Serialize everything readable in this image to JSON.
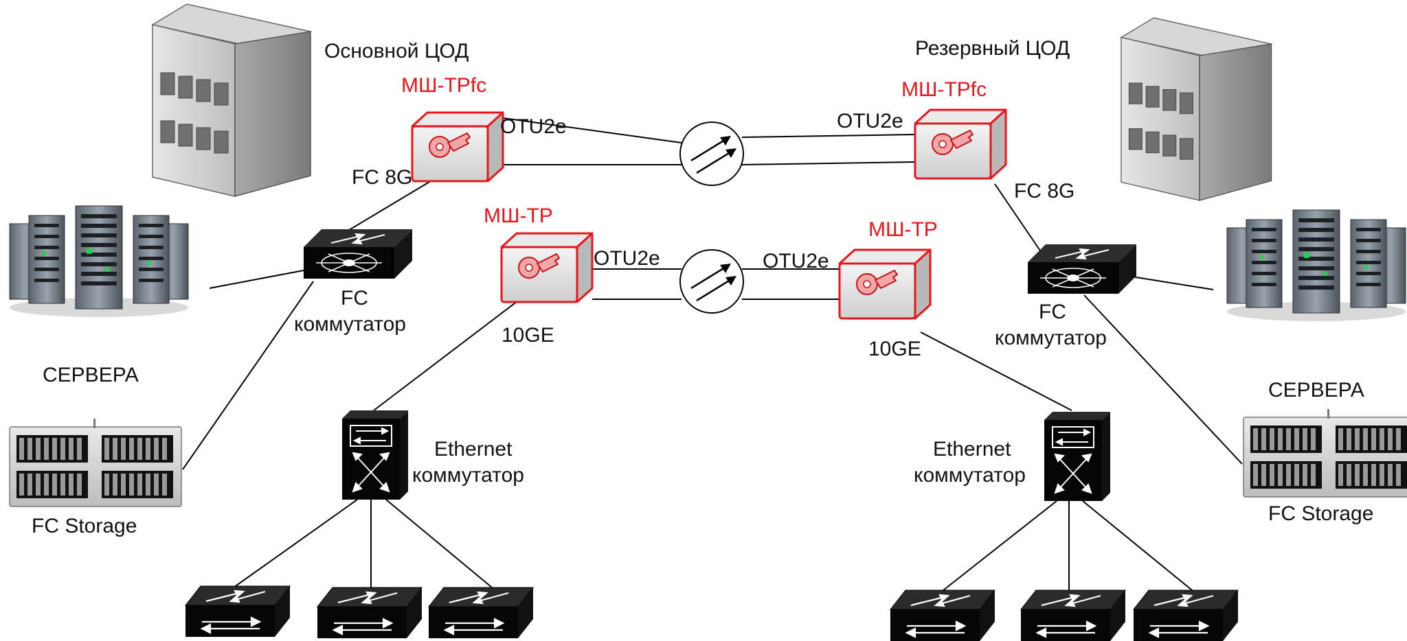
{
  "sites": {
    "primary": "Основной ЦОД",
    "backup": "Резервный ЦОД"
  },
  "encryptors": {
    "fc_left": "МШ-ТРfc",
    "fc_right": "МШ-ТРfc",
    "eth_left": "МШ-ТР",
    "eth_right": "МШ-ТР"
  },
  "links": {
    "otu_top_left": "OTU2e",
    "otu_top_right": "OTU2e",
    "otu_mid_left": "OTU2e",
    "otu_mid_right": "OTU2e",
    "fc_left": "FC 8G",
    "fc_right": "FC 8G",
    "ge_left": "10GE",
    "ge_right": "10GE"
  },
  "switches": {
    "fc_word": "FC",
    "switch_word": "коммутатор",
    "ethernet_word": "Ethernet"
  },
  "equipment": {
    "servers_left": "СЕРВЕРА",
    "servers_right": "СЕРВЕРА",
    "storage_left": "FC Storage",
    "storage_right": "FC Storage"
  },
  "colors": {
    "encryptor_accent": "#e8161b",
    "line": "#000000"
  },
  "icons": {
    "building": "building-icon",
    "server_rack": "server-rack-icon",
    "storage": "storage-array-icon",
    "fc_switch": "fc-switch-icon",
    "eth_switch": "ethernet-switch-icon",
    "access_switch": "access-switch-icon",
    "encryptor": "key-encryptor-icon",
    "optical": "optical-mux-icon"
  }
}
